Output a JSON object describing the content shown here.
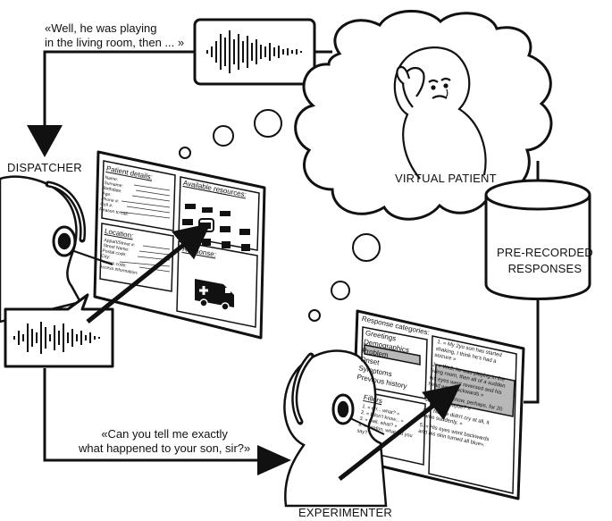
{
  "quotes": {
    "patient_quote": "«Well, he was playing\nin the living room, then  ... »",
    "dispatcher_quote": "«Can you tell me exactly\nwhat happened to your son, sir?»"
  },
  "roles": {
    "dispatcher": "DISPATCHER",
    "virtual_patient": "VIRTUAL PATIENT",
    "experimenter": "EXPERIMENTER",
    "database": "PRE-RECORDED\nRESPONSES"
  },
  "dispatcher_screen": {
    "patient_details_title": "Patient details:",
    "patient_fields": [
      "Name:",
      "Surname:",
      "Birthdate:",
      "Age:",
      "Phone #:",
      "Cell #:",
      "Reason to call:"
    ],
    "location_title": "Location:",
    "location_fields": [
      "Appart/Street #:",
      "Street Name:",
      "Postal code:",
      "City:",
      "Access code:",
      "Access information:"
    ],
    "resources_title": "Available resources:",
    "response_title": "Response:"
  },
  "experimenter_screen": {
    "categories_title": "Response categories:",
    "categories": [
      "Greetings",
      "Demographics",
      "Problem",
      "Onset",
      "Symptoms",
      "Previous history"
    ],
    "selected_category": "Problem",
    "fillers_title": "Fillers",
    "fillers": [
      "1. « err... what? »",
      "2. « I don't know... »",
      "3. « wait, what? »",
      "4. « pardon, what did you say? »"
    ],
    "responses": [
      "1. « My 2yo son has started shaking, I think he's had a seizure »",
      "2. « Well, he was playing in the living room, then all of a sudden his eyes went reversed and his head went backwards »",
      "3. « I don't know, perhaps, for 20 seconds, maybe? »",
      "4. « No, he didn't cry at all, it came suddenly. »",
      "5. « His eyes went backwards and his skin turned all blue»."
    ]
  },
  "colors": {
    "ink": "#111111",
    "highlight": "#b8b8b8",
    "paper": "#ffffff"
  }
}
